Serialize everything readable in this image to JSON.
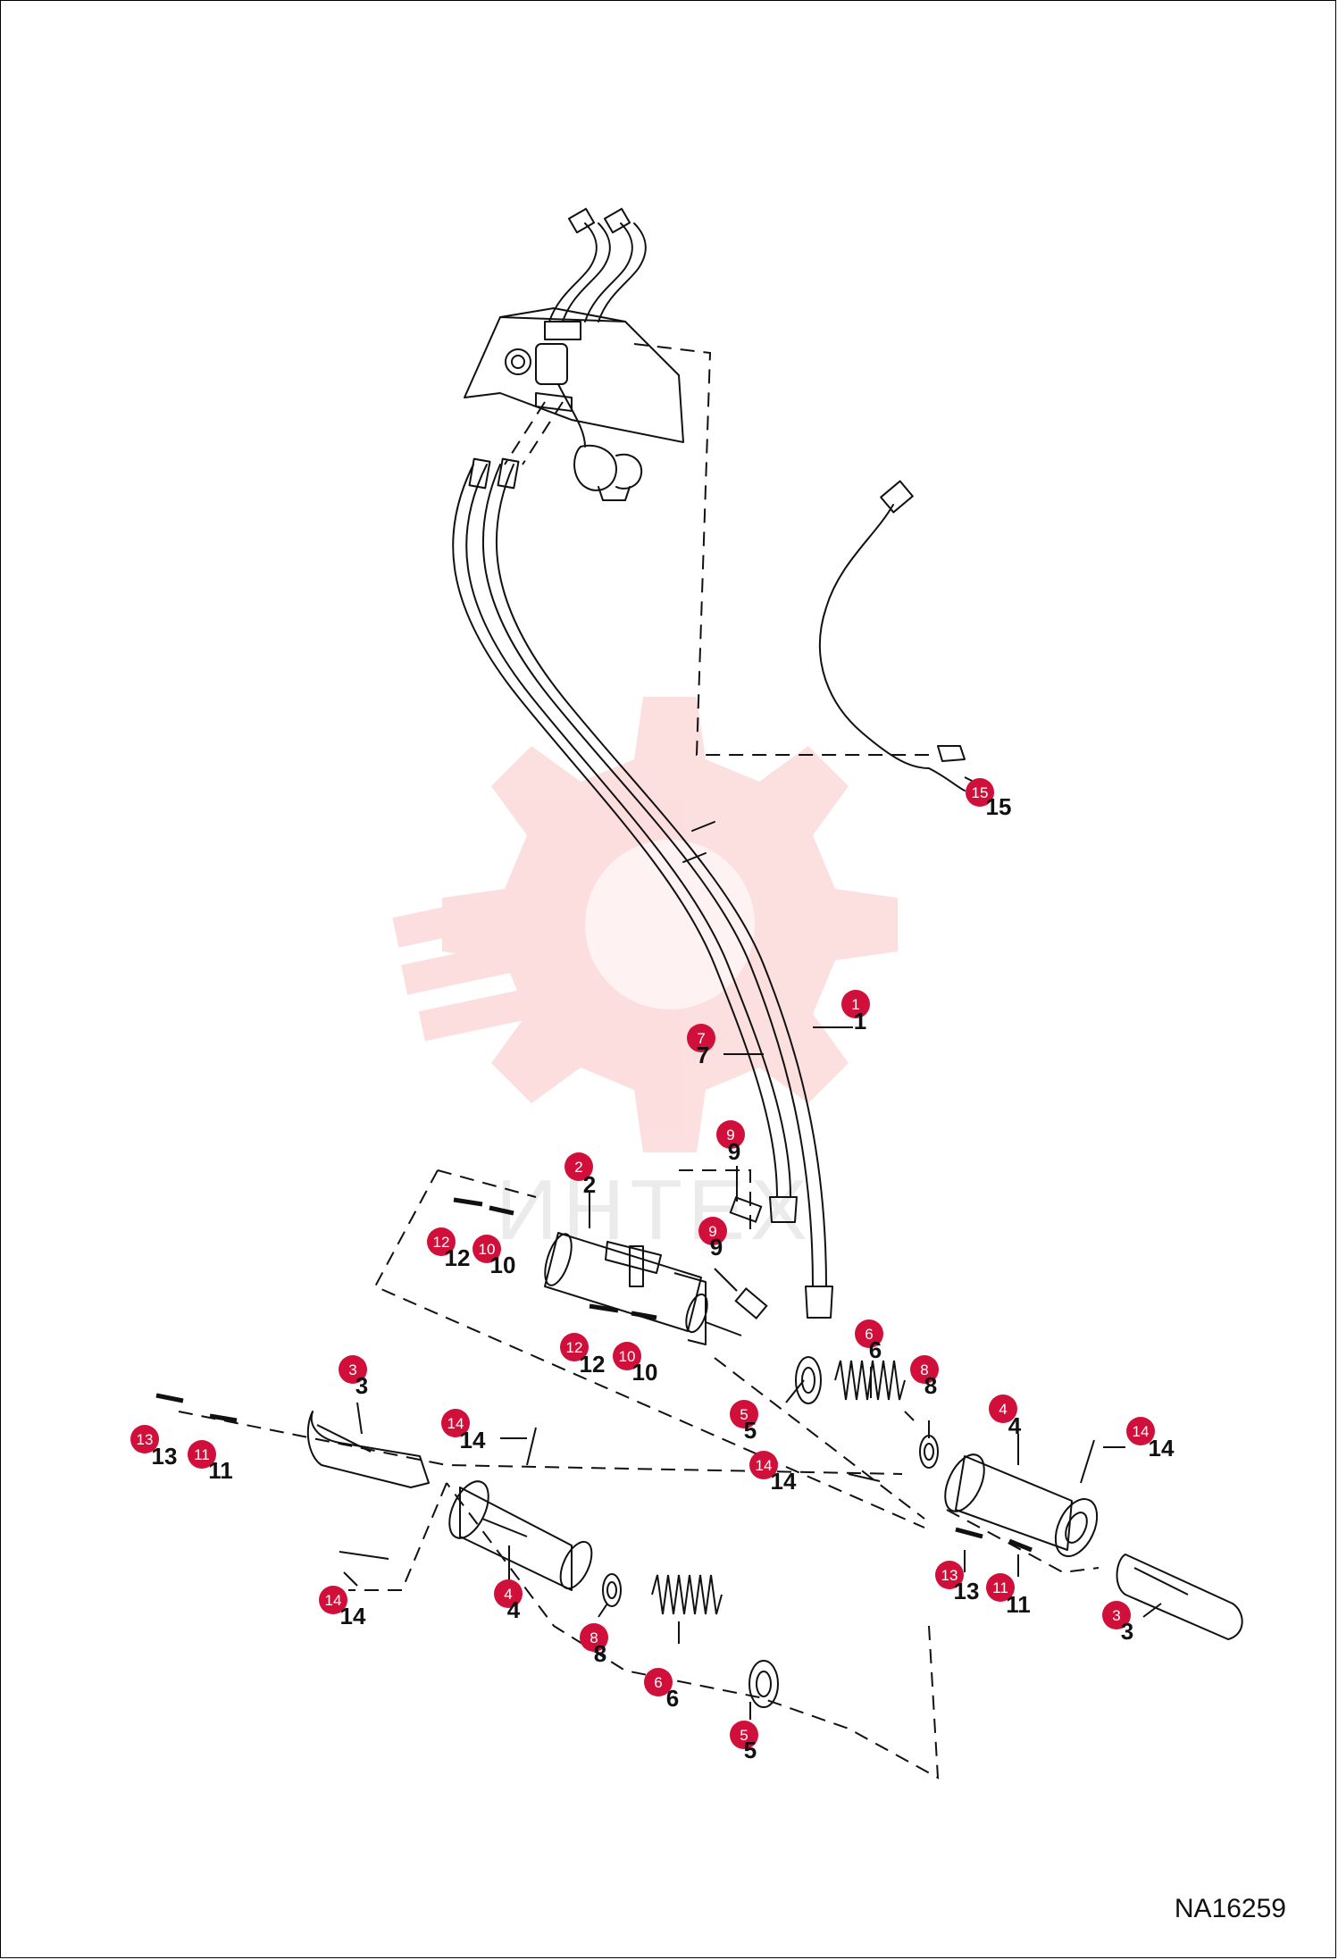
{
  "drawing_id": "NA16259",
  "watermark": {
    "text": "ИНТЕХ",
    "color": "#f26d6d"
  },
  "colors": {
    "badge": "#d0103a",
    "line": "#111111"
  },
  "callouts": [
    {
      "n": "1",
      "label": "1"
    },
    {
      "n": "2",
      "label": "2"
    },
    {
      "n": "3",
      "label": "3"
    },
    {
      "n": "4",
      "label": "4"
    },
    {
      "n": "5",
      "label": "5"
    },
    {
      "n": "6",
      "label": "6"
    },
    {
      "n": "7",
      "label": "7"
    },
    {
      "n": "8",
      "label": "8"
    },
    {
      "n": "9",
      "label": "9"
    },
    {
      "n": "10",
      "label": "10"
    },
    {
      "n": "11",
      "label": "11"
    },
    {
      "n": "12",
      "label": "12"
    },
    {
      "n": "13",
      "label": "13"
    },
    {
      "n": "14",
      "label": "14"
    },
    {
      "n": "15",
      "label": "15"
    }
  ]
}
